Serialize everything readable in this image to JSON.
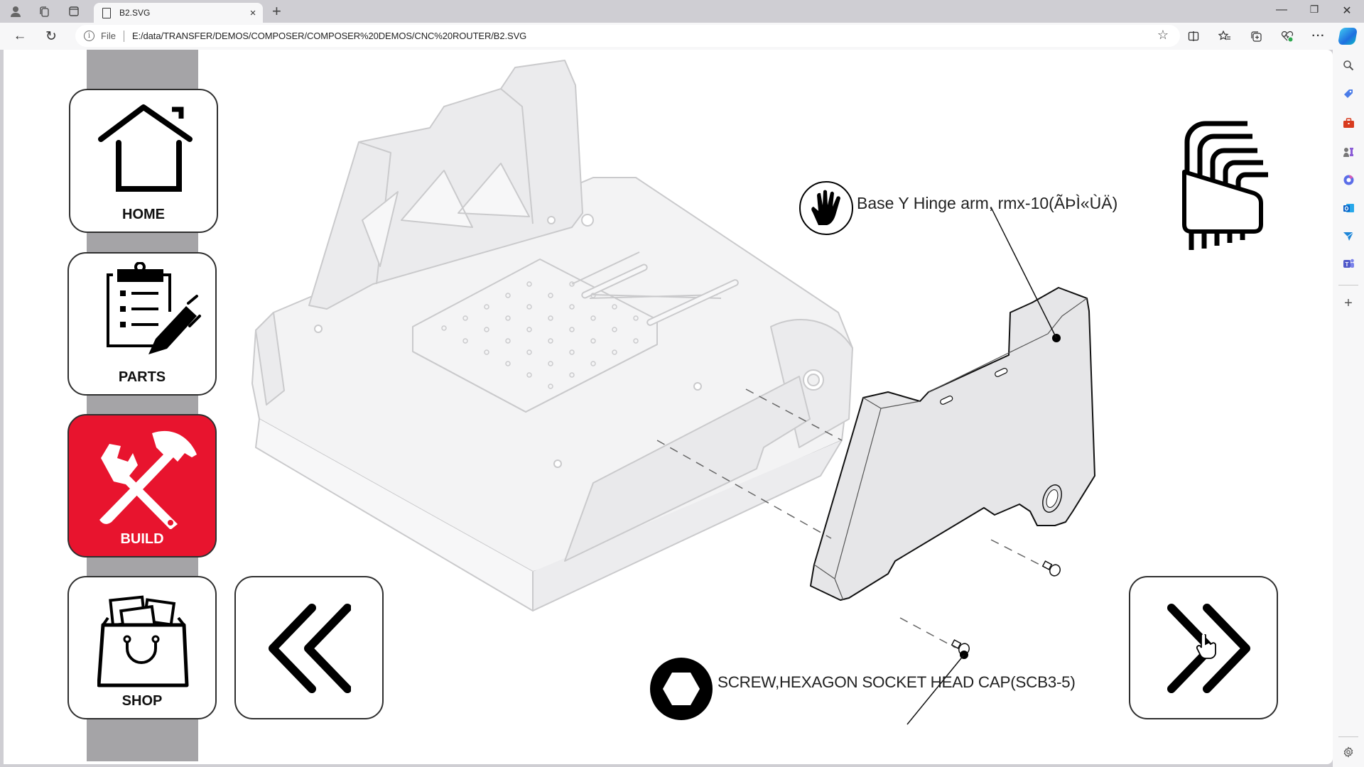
{
  "browser": {
    "tab": {
      "title": "B2.SVG",
      "close": "×"
    },
    "new_tab": "+",
    "window_controls": {
      "minimize": "—",
      "restore": "❐",
      "close": "✕"
    },
    "address_bar": {
      "scheme_label": "File",
      "url": "E:/data/TRANSFER/DEMOS/COMPOSER/COMPOSER%20DEMOS/CNC%20ROUTER/B2.SVG"
    },
    "nav": {
      "back": "←",
      "refresh": "↻"
    },
    "toolbar_icons": [
      "favorite-star",
      "split-screen",
      "favorites",
      "collections",
      "browser-essentials",
      "more"
    ],
    "more_label": "···",
    "sidebar_icons": [
      "search",
      "shopping",
      "tools",
      "games",
      "microsoft-365",
      "outlook",
      "drop",
      "teams",
      "add",
      "settings"
    ]
  },
  "app": {
    "nav_cards": [
      {
        "id": "home",
        "label": "HOME",
        "icon": "home-icon",
        "active": false
      },
      {
        "id": "parts",
        "label": "PARTS",
        "icon": "clipboard-pen-icon",
        "active": false
      },
      {
        "id": "build",
        "label": "BUILD",
        "icon": "wrench-hammer-icon",
        "active": true
      },
      {
        "id": "shop",
        "label": "SHOP",
        "icon": "shopping-bag-icon",
        "active": false
      }
    ],
    "prev_button": {
      "icon": "double-chevron-left-icon"
    },
    "next_button": {
      "icon": "double-chevron-right-icon"
    },
    "tool_icon": "hex-key-set-icon",
    "colors": {
      "active": "#e8142e",
      "strip": "#a5a4a7",
      "part": "#e6e6e8",
      "ghost": "#c9c9cb"
    },
    "callouts": {
      "part": {
        "icon": "hand-icon",
        "text": "Base Y Hinge arm, rmx-10(ÃÞÌ«ÙÄ)"
      },
      "fastener": {
        "icon": "hexagon-socket-icon",
        "text": "SCREW,HEXAGON SOCKET HEAD CAP(SCB3-5)"
      }
    }
  }
}
